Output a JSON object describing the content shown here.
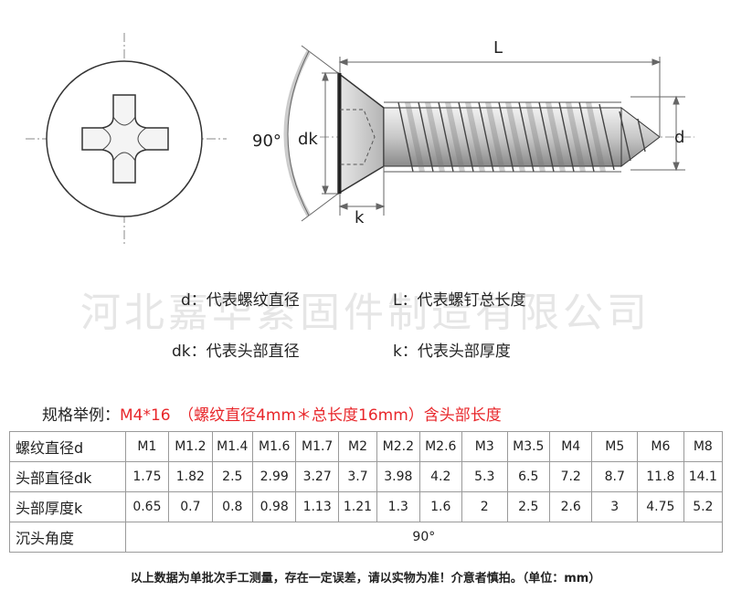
{
  "diagram": {
    "angle_label": "90°",
    "dk_label": "dk",
    "L_label": "L",
    "d_label": "d",
    "k_label": "k"
  },
  "legend": {
    "d": "d：代表螺纹直径",
    "L": "L：代表螺钉总长度",
    "dk": "dk：代表头部直径",
    "k": "k：代表头部厚度"
  },
  "watermark": "河北嘉华紧固件制造有限公司",
  "spec": {
    "label": "规格举例：",
    "value": "M4*16　（螺纹直径4mm＊总长度16mm）含头部长度"
  },
  "table": {
    "rows": [
      {
        "head": "螺纹直径d",
        "cells": [
          "M1",
          "M1.2",
          "M1.4",
          "M1.6",
          "M1.7",
          "M2",
          "M2.2",
          "M2.6",
          "M3",
          "M3.5",
          "M4",
          "M5",
          "M6",
          "M8"
        ]
      },
      {
        "head": "头部直径dk",
        "cells": [
          "1.75",
          "1.82",
          "2.5",
          "2.99",
          "3.27",
          "3.7",
          "3.98",
          "4.2",
          "5.3",
          "6.5",
          "7.2",
          "8.7",
          "11.8",
          "14.1"
        ]
      },
      {
        "head": "头部厚度k",
        "cells": [
          "0.65",
          "0.7",
          "0.8",
          "0.98",
          "1.13",
          "1.21",
          "1.3",
          "1.6",
          "2",
          "2.5",
          "2.6",
          "3",
          "4.75",
          "5.2"
        ]
      }
    ],
    "angle_row": {
      "head": "沉头角度",
      "value": "90°"
    }
  },
  "footnote": "以上数据为单批次手工测量，存在一定误差，请以实物为准！介意者慎拍。（单位：mm）"
}
